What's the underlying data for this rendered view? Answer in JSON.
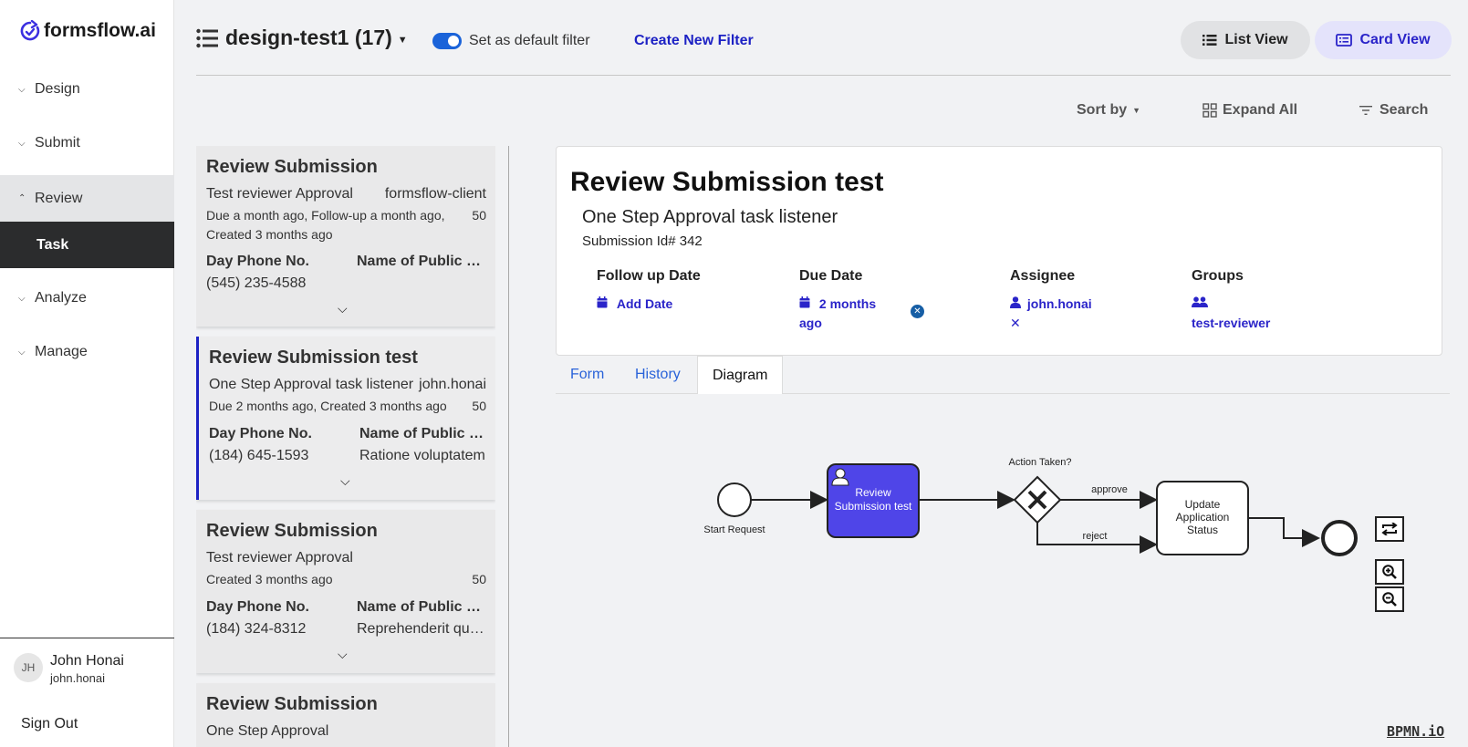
{
  "app": {
    "brand": "formsflow.ai"
  },
  "sidebar": {
    "items": [
      {
        "label": "Design"
      },
      {
        "label": "Submit"
      },
      {
        "label": "Review"
      },
      {
        "label": "Analyze"
      },
      {
        "label": "Manage"
      }
    ],
    "subitem": "Task",
    "user": {
      "initials": "JH",
      "name": "John Honai",
      "id": "john.honai"
    },
    "sign_out": "Sign Out"
  },
  "toolbar": {
    "filter_title": "design-test1 (17)",
    "default_filter_label": "Set as default filter",
    "create_filter": "Create New Filter",
    "list_view": "List View",
    "card_view": "Card View",
    "sort_by": "Sort by",
    "expand_all": "Expand All",
    "search": "Search"
  },
  "tasks": [
    {
      "title": "Review Submission",
      "sub": "Test reviewer Approval",
      "app": "formsflow-client",
      "meta": "Due a month ago, Follow-up a month ago,",
      "meta2": "Created 3 months ago",
      "priority": "50",
      "field1_label": "Day Phone No.",
      "field1_value": "(545) 235-4588",
      "field2_label": "Name of Public Body",
      "field2_value": ""
    },
    {
      "title": "Review Submission test",
      "sub": "One Step Approval task listener",
      "app": "john.honai",
      "meta": "Due 2 months ago, Created 3 months ago",
      "meta2": "",
      "priority": "50",
      "field1_label": "Day Phone No.",
      "field1_value": "(184) 645-1593",
      "field2_label": "Name of Public Body",
      "field2_value": "Ratione voluptatem"
    },
    {
      "title": "Review Submission",
      "sub": "Test reviewer Approval",
      "app": "",
      "meta": "Created 3 months ago",
      "meta2": "",
      "priority": "50",
      "field1_label": "Day Phone No.",
      "field1_value": "(184) 324-8312",
      "field2_label": "Name of Public Body",
      "field2_value": "Reprehenderit quisquam"
    },
    {
      "title": "Review Submission",
      "sub": "One Step Approval"
    }
  ],
  "detail": {
    "title": "Review Submission test",
    "subtitle": "One Step Approval task listener",
    "submission": "Submission Id# 342",
    "follow_up_label": "Follow up Date",
    "follow_up_value": "Add Date",
    "due_label": "Due Date",
    "due_value": "2 months ago",
    "assignee_label": "Assignee",
    "assignee_value": "john.honai",
    "groups_label": "Groups",
    "groups_value": "test-reviewer"
  },
  "tabs": [
    {
      "label": "Form"
    },
    {
      "label": "History"
    },
    {
      "label": "Diagram"
    }
  ],
  "diagram": {
    "start_label": "Start Request",
    "task_label_1": "Review",
    "task_label_2": "Submission test",
    "gateway_label": "Action Taken?",
    "approve_label": "approve",
    "reject_label": "reject",
    "update_label_1": "Update",
    "update_label_2": "Application",
    "update_label_3": "Status",
    "active_color": "#4f45e8",
    "watermark": "BPMN.iO"
  }
}
